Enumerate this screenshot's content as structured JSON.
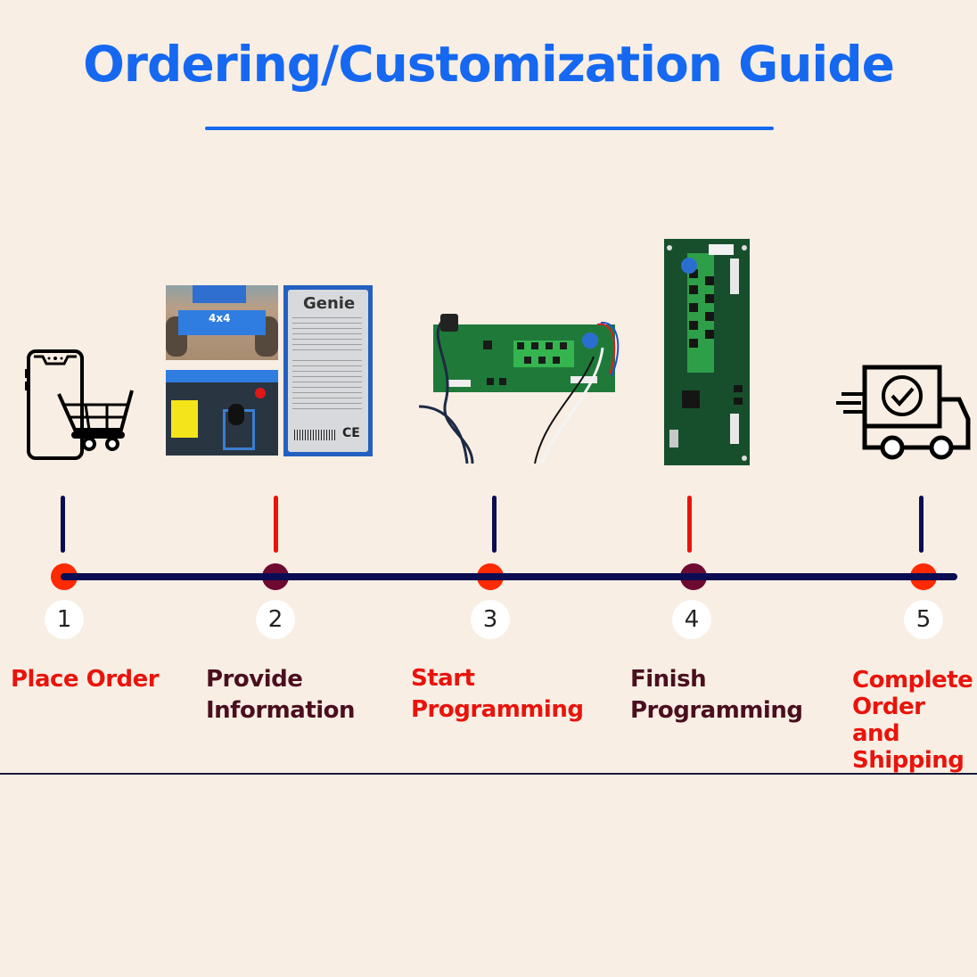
{
  "title": "Ordering/Customization Guide",
  "colors": {
    "title_blue": "#1668f0",
    "accent_red": "#e8140c",
    "dark_maroon": "#4a0f1e",
    "navy": "#0c0c52",
    "dot_red": "#ff2a00",
    "dot_maroon": "#6e0a32",
    "background": "#f8eee4"
  },
  "steps": [
    {
      "number": "1",
      "label": "Place Order",
      "icon": "phone-cart-icon",
      "tone": "red"
    },
    {
      "number": "2",
      "label": "Provide Information",
      "label_lines": [
        "Provide",
        "Information"
      ],
      "icon": "machine-photos-and-nameplate",
      "tone": "maroon"
    },
    {
      "number": "3",
      "label": "Start Programming",
      "label_lines": [
        "Start",
        "Programming"
      ],
      "icon": "circuit-board-with-cables-photo",
      "tone": "red"
    },
    {
      "number": "4",
      "label": "Finish Programming",
      "label_lines": [
        "Finish",
        "Programming"
      ],
      "icon": "circuit-board-photo",
      "tone": "maroon"
    },
    {
      "number": "5",
      "label": "Complete Order and Shipping",
      "label_lines": [
        "Complete",
        "Order and",
        "Shipping"
      ],
      "icon": "delivery-truck-check-icon",
      "tone": "red"
    }
  ],
  "nameplate": {
    "brand": "Genie",
    "mark": "CE",
    "machine_marking": "4x4"
  }
}
